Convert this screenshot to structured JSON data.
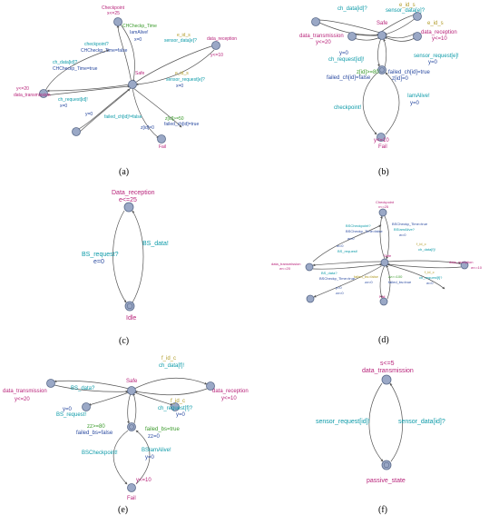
{
  "panels": {
    "a": {
      "label": "(a)",
      "states": {
        "checkpoint": "Checkpoint",
        "checkpoint_inv": "x<=25",
        "data_reception": "data_reception",
        "data_reception_inv": "y<=10",
        "safe": "Safe",
        "data_transmission": "data_transmission",
        "data_transmission_inv": "y<=20",
        "fail": "Fail"
      },
      "labels": [
        "CHCheckp_Time",
        "IamAlive!",
        "x=0",
        "e_id_s",
        "sensor_data[e]?",
        "checkpoint?",
        "CHCheckp_Time=false",
        "ch_data[id]?",
        "CHCheckp_Time=true",
        "e_id_s",
        "sensor_request[e]?",
        "x=0",
        "ch_request[id]!",
        "x=0",
        "y=0",
        "failed_ch[id]!=false",
        "z[id]>=50",
        "failed_ch[id]=true",
        "z[id]=0"
      ]
    },
    "b": {
      "label": "(b)",
      "states": {
        "safe": "Safe",
        "data_transmission": "data_transmission",
        "data_transmission_inv": "y<=20",
        "data_reception": "data_reception",
        "data_reception_inv": "y<=10",
        "fail": "Fail",
        "fail_inv": "y<=10"
      },
      "labels": [
        "ch_data[id]?",
        "e_id_s",
        "sensor_data[e]?",
        "e_id_s",
        "y=0",
        "ch_request[id]!",
        "sensor_request[e]!",
        "y=0",
        "z[id]>=80",
        "failed_ch[id]=true",
        "failed_ch[id]=false",
        "z[id]=0",
        "IamAlive!",
        "y=0",
        "checkpoint!"
      ]
    },
    "c": {
      "label": "(c)",
      "states": {
        "data_reception": "Data_reception",
        "data_reception_inv": "e<=25",
        "idle": "Idle"
      },
      "labels": [
        "BS_request?",
        "e=0",
        "BS_data!"
      ]
    },
    "d": {
      "label": "(d)",
      "states": {
        "checkpoint": "Checkpoint",
        "checkpoint_inv": "x<=25",
        "safe": "Safe",
        "data_transmission": "data_transmission",
        "data_transmission_inv": "w<=20",
        "data_reception": "data_reception",
        "data_reception_inv": "w<=10",
        "fail": "Fail"
      },
      "labels": [
        "BSCheckpoint?",
        "BSCheckp_Time=false",
        "BSCheckp_Time=true",
        "BSIamAlive?",
        "w=0",
        "f_id_c",
        "ch_data[f]!",
        "w=0",
        "BS_request!",
        "BS_data?",
        "BSCheckp_Time=true",
        "f_id_c",
        "ch_request[f]?",
        "w=0",
        "failed_bs=false",
        "zz>=100",
        "failed_bs=true",
        "zz=0",
        "y=0",
        "zz=0",
        "w=0"
      ]
    },
    "e": {
      "label": "(e)",
      "states": {
        "safe": "Safe",
        "data_transmission": "data_transmission",
        "data_transmission_inv": "y<=20",
        "data_reception": "data_reception",
        "data_reception_inv": "y<=10",
        "fail": "Fail",
        "fail_inv": "y<=10"
      },
      "labels": [
        "f_id_c",
        "ch_data[f]!",
        "BS_data?",
        "f_id_c",
        "ch_request[f]?",
        "y=0",
        "BS_request!",
        "y=0",
        "zz>=80",
        "failed_bs=false",
        "failed_bs=true",
        "zz=0",
        "BSCheckpoint!",
        "BSIamAlive!",
        "y=0"
      ]
    },
    "f": {
      "label": "(f)",
      "states": {
        "data_transmission": "data_transmission",
        "data_transmission_inv": "s<=5",
        "passive_state": "passive_state"
      },
      "labels": [
        "sensor_request[id]!",
        "sensor_data[id]?"
      ]
    }
  }
}
